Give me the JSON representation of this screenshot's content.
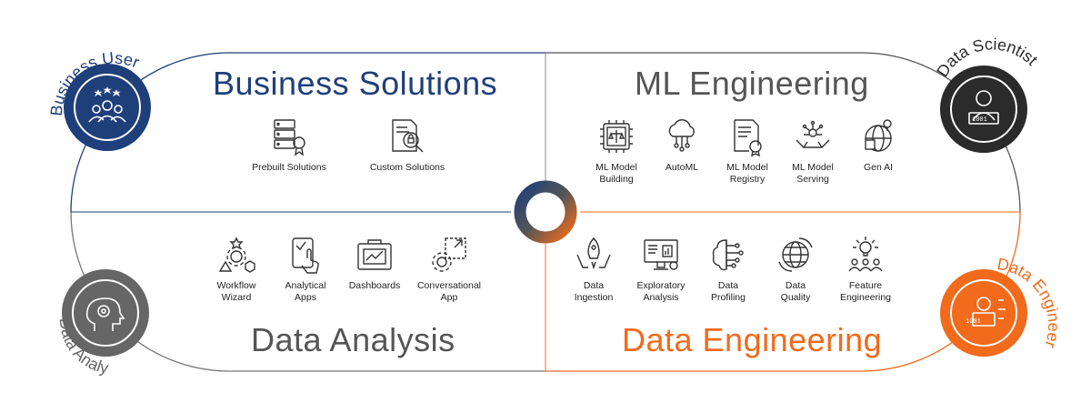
{
  "colors": {
    "business": "#1f3f7a",
    "ml": "#2b2b2b",
    "analysis": "#666666",
    "engineering": "#f26a1b",
    "line": "#1f3f7a",
    "line_gray": "#888888"
  },
  "personas": {
    "business_user": {
      "label": "Business User",
      "icon": "users-stars-icon"
    },
    "data_scientist": {
      "label": "Data Scientist",
      "icon": "scientist-laptop-icon"
    },
    "data_analyst": {
      "label": "Data Analyst",
      "icon": "head-gear-icon"
    },
    "data_engineer": {
      "label": "Data Engineer",
      "icon": "engineer-code-icon"
    }
  },
  "quadrants": {
    "business": {
      "title": "Business Solutions",
      "items": [
        {
          "label": "Prebuilt Solutions",
          "icon": "server-badge-icon"
        },
        {
          "label": "Custom Solutions",
          "icon": "document-search-icon"
        }
      ]
    },
    "ml": {
      "title": "ML Engineering",
      "items": [
        {
          "label": "ML Model\nBuilding",
          "icon": "chip-scale-icon"
        },
        {
          "label": "AutoML",
          "icon": "cloud-network-icon"
        },
        {
          "label": "ML Model\nRegistry",
          "icon": "document-badge-icon"
        },
        {
          "label": "ML Model\nServing",
          "icon": "hands-network-icon"
        },
        {
          "label": "Gen AI",
          "icon": "globe-chip-icon"
        }
      ]
    },
    "analysis": {
      "title": "Data Analysis",
      "items": [
        {
          "label": "Workflow\nWizard",
          "icon": "workflow-gear-icon"
        },
        {
          "label": "Analytical\nApps",
          "icon": "tablet-touch-icon"
        },
        {
          "label": "Dashboards",
          "icon": "briefcase-chart-icon"
        },
        {
          "label": "Conversational\nApp",
          "icon": "gear-expand-icon"
        }
      ]
    },
    "engineering": {
      "title": "Data Engineering",
      "items": [
        {
          "label": "Data\nIngestion",
          "icon": "hands-rocket-icon"
        },
        {
          "label": "Exploratory\nAnalysis",
          "icon": "monitor-chart-icon"
        },
        {
          "label": "Data\nProfiling",
          "icon": "brain-circuit-icon"
        },
        {
          "label": "Data\nQuality",
          "icon": "globe-cycle-icon"
        },
        {
          "label": "Feature\nEngineering",
          "icon": "bulb-team-icon"
        }
      ]
    }
  }
}
